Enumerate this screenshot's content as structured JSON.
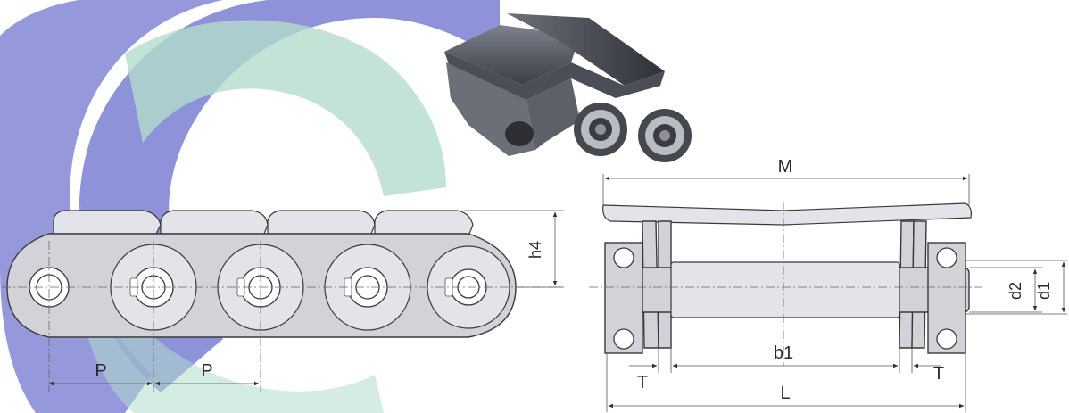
{
  "colors": {
    "watermark_blue": "#5a5fc8",
    "watermark_green": "#a6d6c2",
    "part_fill": "#d2d3d9",
    "outline": "#3a3a3a"
  },
  "side_view": {
    "pitch_label_1": "P",
    "pitch_label_2": "P",
    "height_label": "h4"
  },
  "section_view": {
    "overall_width_label": "M",
    "inner_width_label": "b1",
    "total_length_label": "L",
    "thickness_left_label": "T",
    "thickness_right_label": "T",
    "pin_diameter_label": "d2",
    "roller_diameter_label": "d1"
  }
}
